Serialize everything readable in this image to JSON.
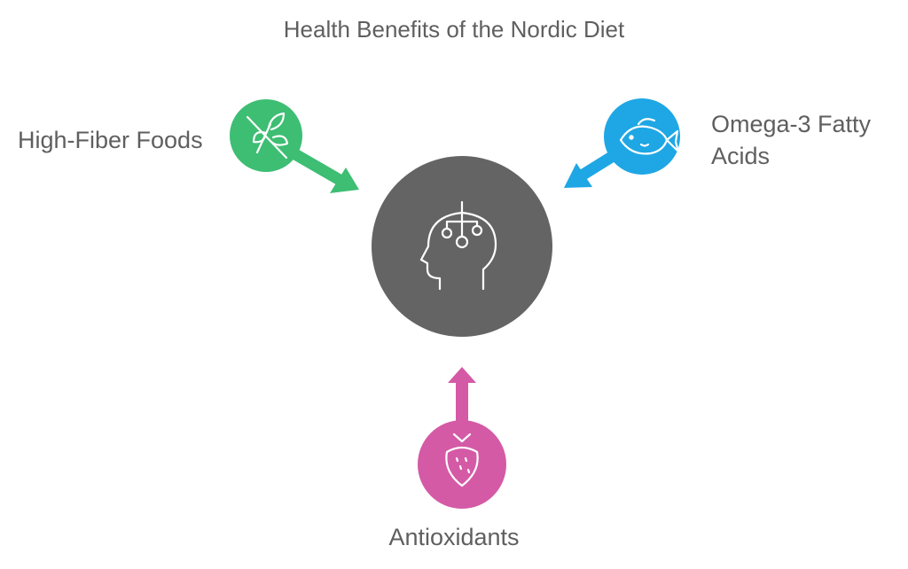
{
  "title": "Health Benefits of the Nordic Diet",
  "center": {
    "icon": "brain-head-icon",
    "color": "#646464"
  },
  "nodes": [
    {
      "label": "High-Fiber Foods",
      "icon": "no-leaf-icon",
      "color": "#3dbe73"
    },
    {
      "label": "Omega-3 Fatty Acids",
      "icon": "fish-icon",
      "color": "#1ea7e4"
    },
    {
      "label": "Antioxidants",
      "icon": "strawberry-icon",
      "color": "#d45aa6"
    }
  ]
}
